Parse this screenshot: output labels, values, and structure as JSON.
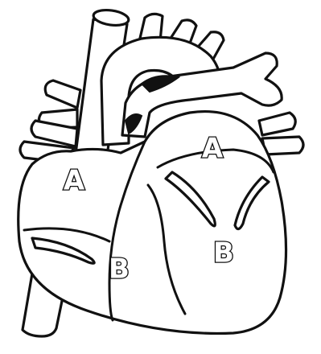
{
  "diagram": {
    "labels": {
      "upper_left": "A",
      "upper_right": "A",
      "lower_left": "B",
      "lower_right": "B"
    }
  },
  "colors": {
    "outline": "#111111",
    "fill": "#ffffff",
    "background": "#ffffff"
  }
}
